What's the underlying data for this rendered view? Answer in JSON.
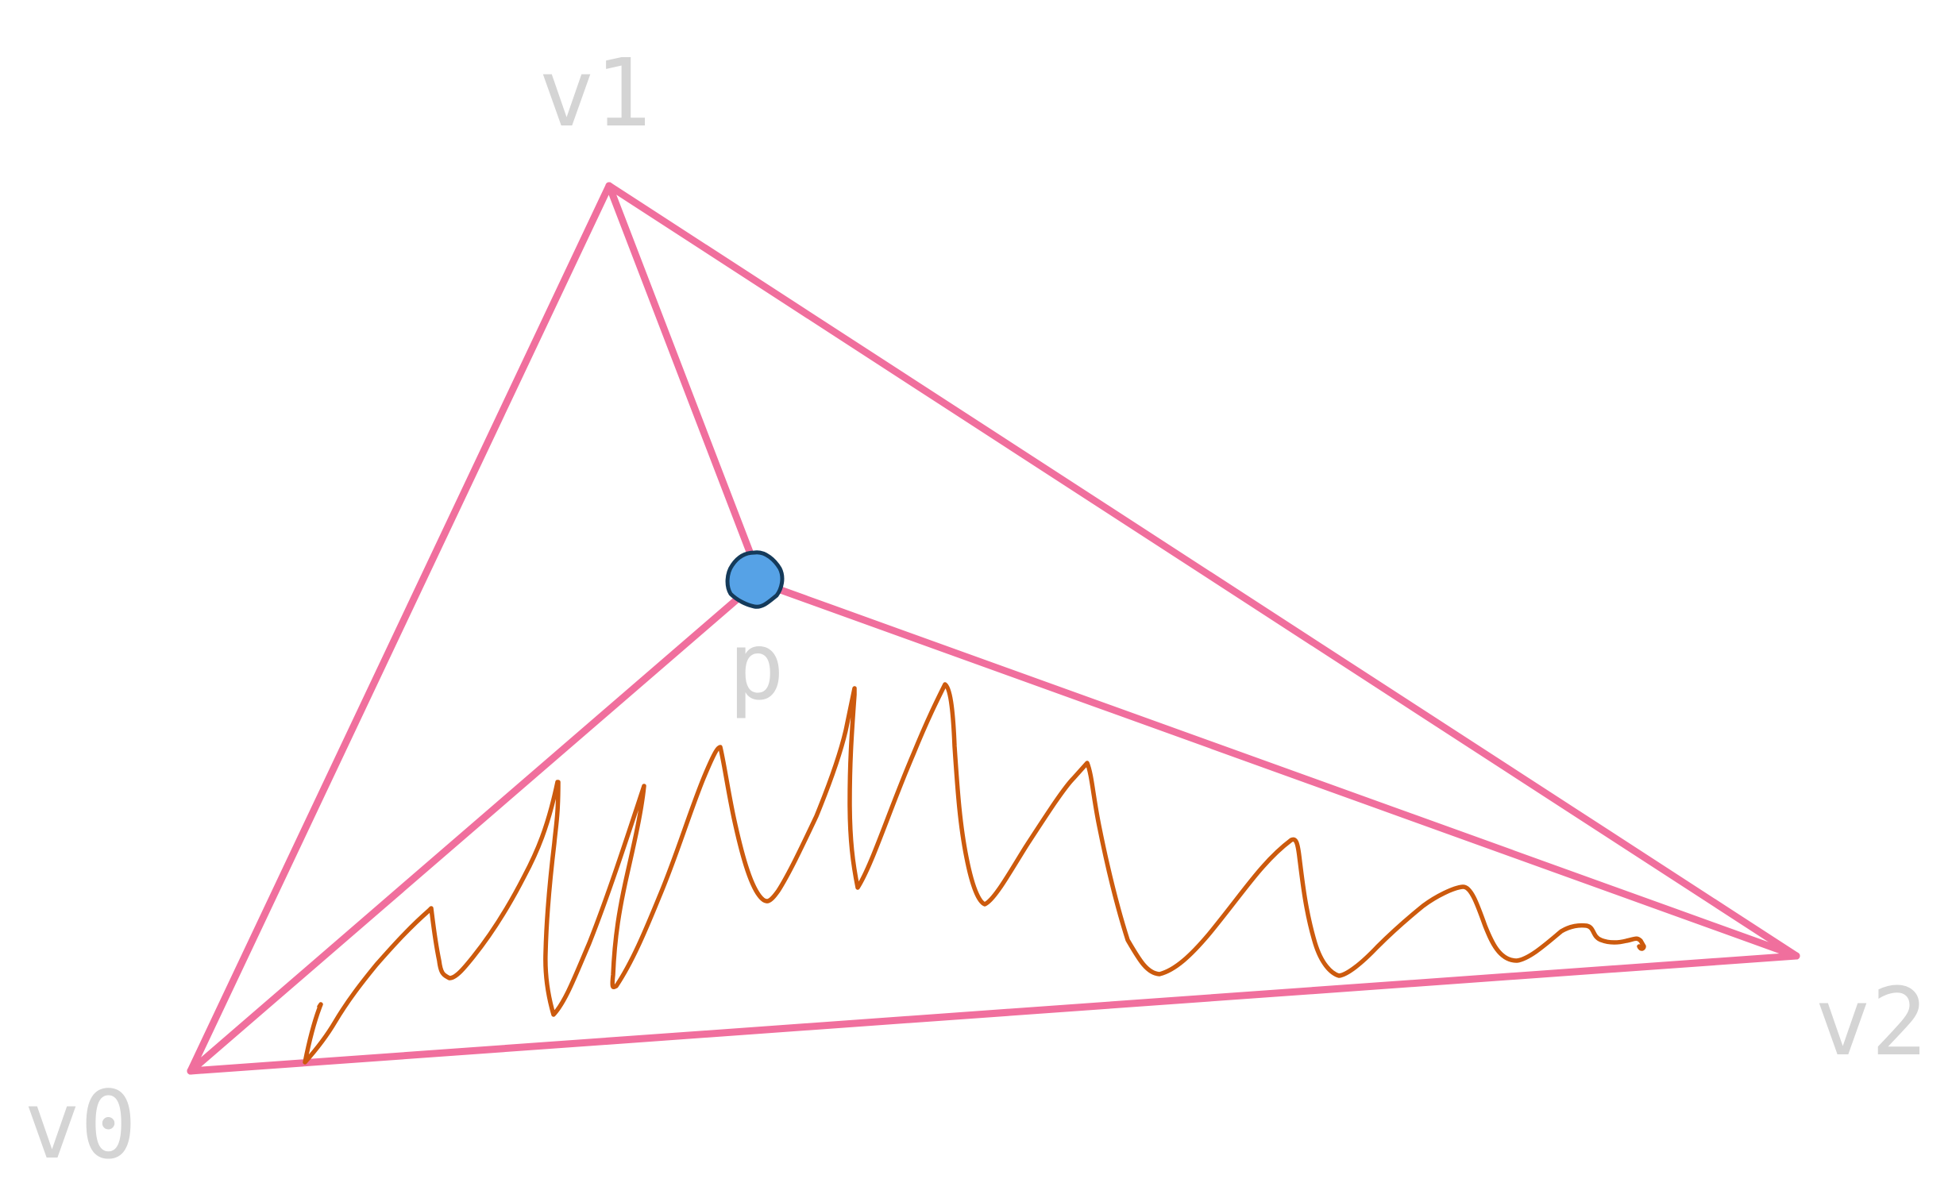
{
  "diagram": {
    "labels": {
      "v0": "v0",
      "v1": "v1",
      "v2": "v2",
      "p": "p"
    },
    "colors": {
      "triangle_edges": "#f06f9d",
      "scribble": "#cc5a0d",
      "point_fill": "#56a2e6",
      "point_stroke": "#143a5a",
      "label_text": "#d4d4d4",
      "background": "#ffffff"
    }
  }
}
